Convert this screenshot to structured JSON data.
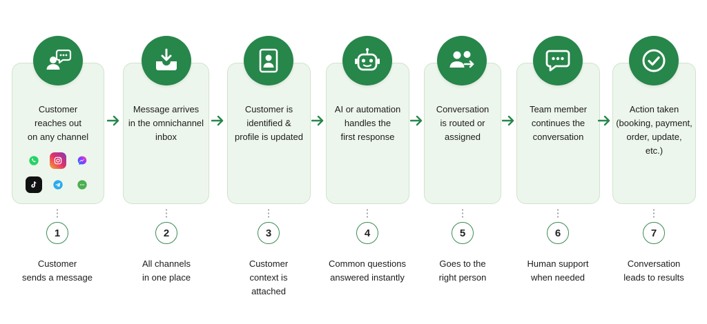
{
  "colors": {
    "accent": "#27864a",
    "card_bg": "#edf6ec",
    "card_border": "#cfe3cc"
  },
  "steps": [
    {
      "number": "1",
      "icon": "customer-chat-icon",
      "card_text": "Customer\nreaches out\non any channel",
      "caption": "Customer\nsends a message"
    },
    {
      "number": "2",
      "icon": "inbox-download-icon",
      "card_text": "Message arrives\nin the omnichannel\ninbox",
      "caption": "All channels\nin one place"
    },
    {
      "number": "3",
      "icon": "contact-profile-icon",
      "card_text": "Customer is\nidentified &\nprofile is updated",
      "caption": "Customer\ncontext is\nattached"
    },
    {
      "number": "4",
      "icon": "robot-icon",
      "card_text": "AI or automation\nhandles the\nfirst response",
      "caption": "Common questions\nanswered instantly"
    },
    {
      "number": "5",
      "icon": "route-users-icon",
      "card_text": "Conversation\nis routed or\nassigned",
      "caption": "Goes to the\nright person"
    },
    {
      "number": "6",
      "icon": "chat-bubble-icon",
      "card_text": "Team member\ncontinues the\nconversation",
      "caption": "Human support\nwhen needed"
    },
    {
      "number": "7",
      "icon": "check-circle-icon",
      "card_text": "Action taken\n(booking, payment,\norder, update,\netc.)",
      "caption": "Conversation\nleads to results"
    }
  ],
  "channels": [
    {
      "icon": "whatsapp-icon",
      "color": "#25d366"
    },
    {
      "icon": "instagram-icon",
      "color": "#e1306c"
    },
    {
      "icon": "messenger-icon",
      "color": "#8a3ffc"
    },
    {
      "icon": "tiktok-icon",
      "color": "#111111"
    },
    {
      "icon": "telegram-icon",
      "color": "#2aabee"
    },
    {
      "icon": "sms-icon",
      "color": "#4caf50"
    }
  ]
}
